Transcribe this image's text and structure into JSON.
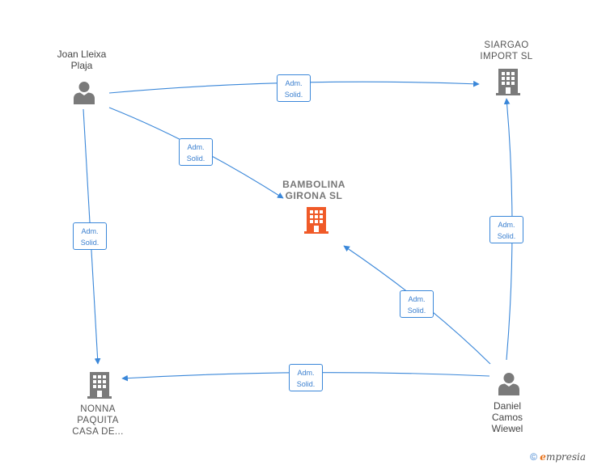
{
  "nodes": {
    "joan": {
      "line1": "Joan Lleixa",
      "line2": "Plaja",
      "icon": "person-icon"
    },
    "siargao": {
      "line1": "SIARGAO",
      "line2": "IMPORT  SL",
      "icon": "building-icon"
    },
    "bambolina": {
      "line1": "BAMBOLINA",
      "line2": "GIRONA  SL",
      "icon": "building-icon",
      "color": "#f05a28"
    },
    "nonna": {
      "line1": "NONNA",
      "line2": "PAQUITA",
      "line3": "CASA DE...",
      "icon": "building-icon"
    },
    "daniel": {
      "line1": "Daniel",
      "line2": "Camos",
      "line3": "Wiewel",
      "icon": "person-icon"
    }
  },
  "edges": [
    {
      "from": "joan",
      "to": "siargao",
      "label1": "Adm.",
      "label2": "Solid."
    },
    {
      "from": "joan",
      "to": "bambolina",
      "label1": "Adm.",
      "label2": "Solid."
    },
    {
      "from": "joan",
      "to": "nonna",
      "label1": "Adm.",
      "label2": "Solid."
    },
    {
      "from": "daniel",
      "to": "siargao",
      "label1": "Adm.",
      "label2": "Solid."
    },
    {
      "from": "daniel",
      "to": "bambolina",
      "label1": "Adm.",
      "label2": "Solid."
    },
    {
      "from": "daniel",
      "to": "nonna",
      "label1": "Adm.",
      "label2": "Solid."
    }
  ],
  "colors": {
    "edge": "#3a87d9",
    "node_gray": "#7a7a7a",
    "focus": "#f05a28"
  },
  "footer": {
    "copyright": "©",
    "brand_initial": "e",
    "brand_rest": "mpresia"
  }
}
